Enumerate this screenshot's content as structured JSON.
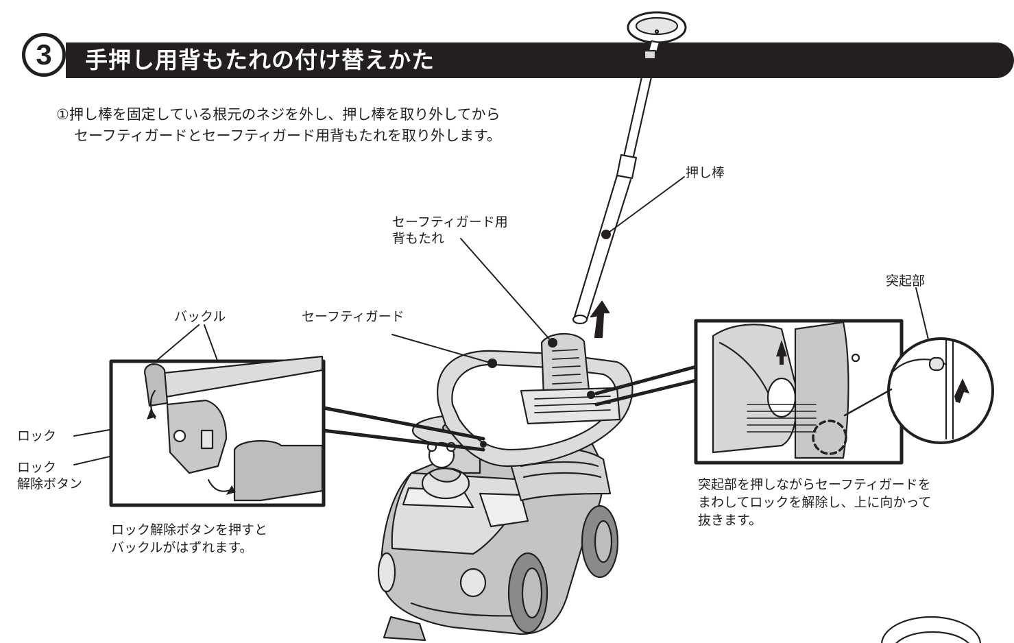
{
  "header": {
    "step_number": "3",
    "title": "手押し用背もたれの付け替えかた"
  },
  "instruction": {
    "line1": "①押し棒を固定している根元のネジを外し、押し棒を取り外してから",
    "line2": "セーフティガードとセーフティガード用背もたれを取り外します。"
  },
  "labels": {
    "push_bar": "押し棒",
    "backrest_line1": "セーフティガード用",
    "backrest_line2": "背もたれ",
    "safety_guard": "セーフティガード",
    "buckle": "バックル",
    "lock": "ロック",
    "lock_release_line1": "ロック",
    "lock_release_line2": "解除ボタン",
    "protrusion": "突起部"
  },
  "captions": {
    "left_line1": "ロック解除ボタンを押すと",
    "left_line2": "バックルがはずれます。",
    "right_line1": "突起部を押しながらセーフティガードを",
    "right_line2": "まわしてロックを解除し、上に向かって",
    "right_line3": "抜きます。"
  },
  "colors": {
    "ink": "#231f20",
    "body_gray": "#bdbdbd",
    "light_gray": "#dcdcdc",
    "dark_gray": "#8a8a8a"
  }
}
